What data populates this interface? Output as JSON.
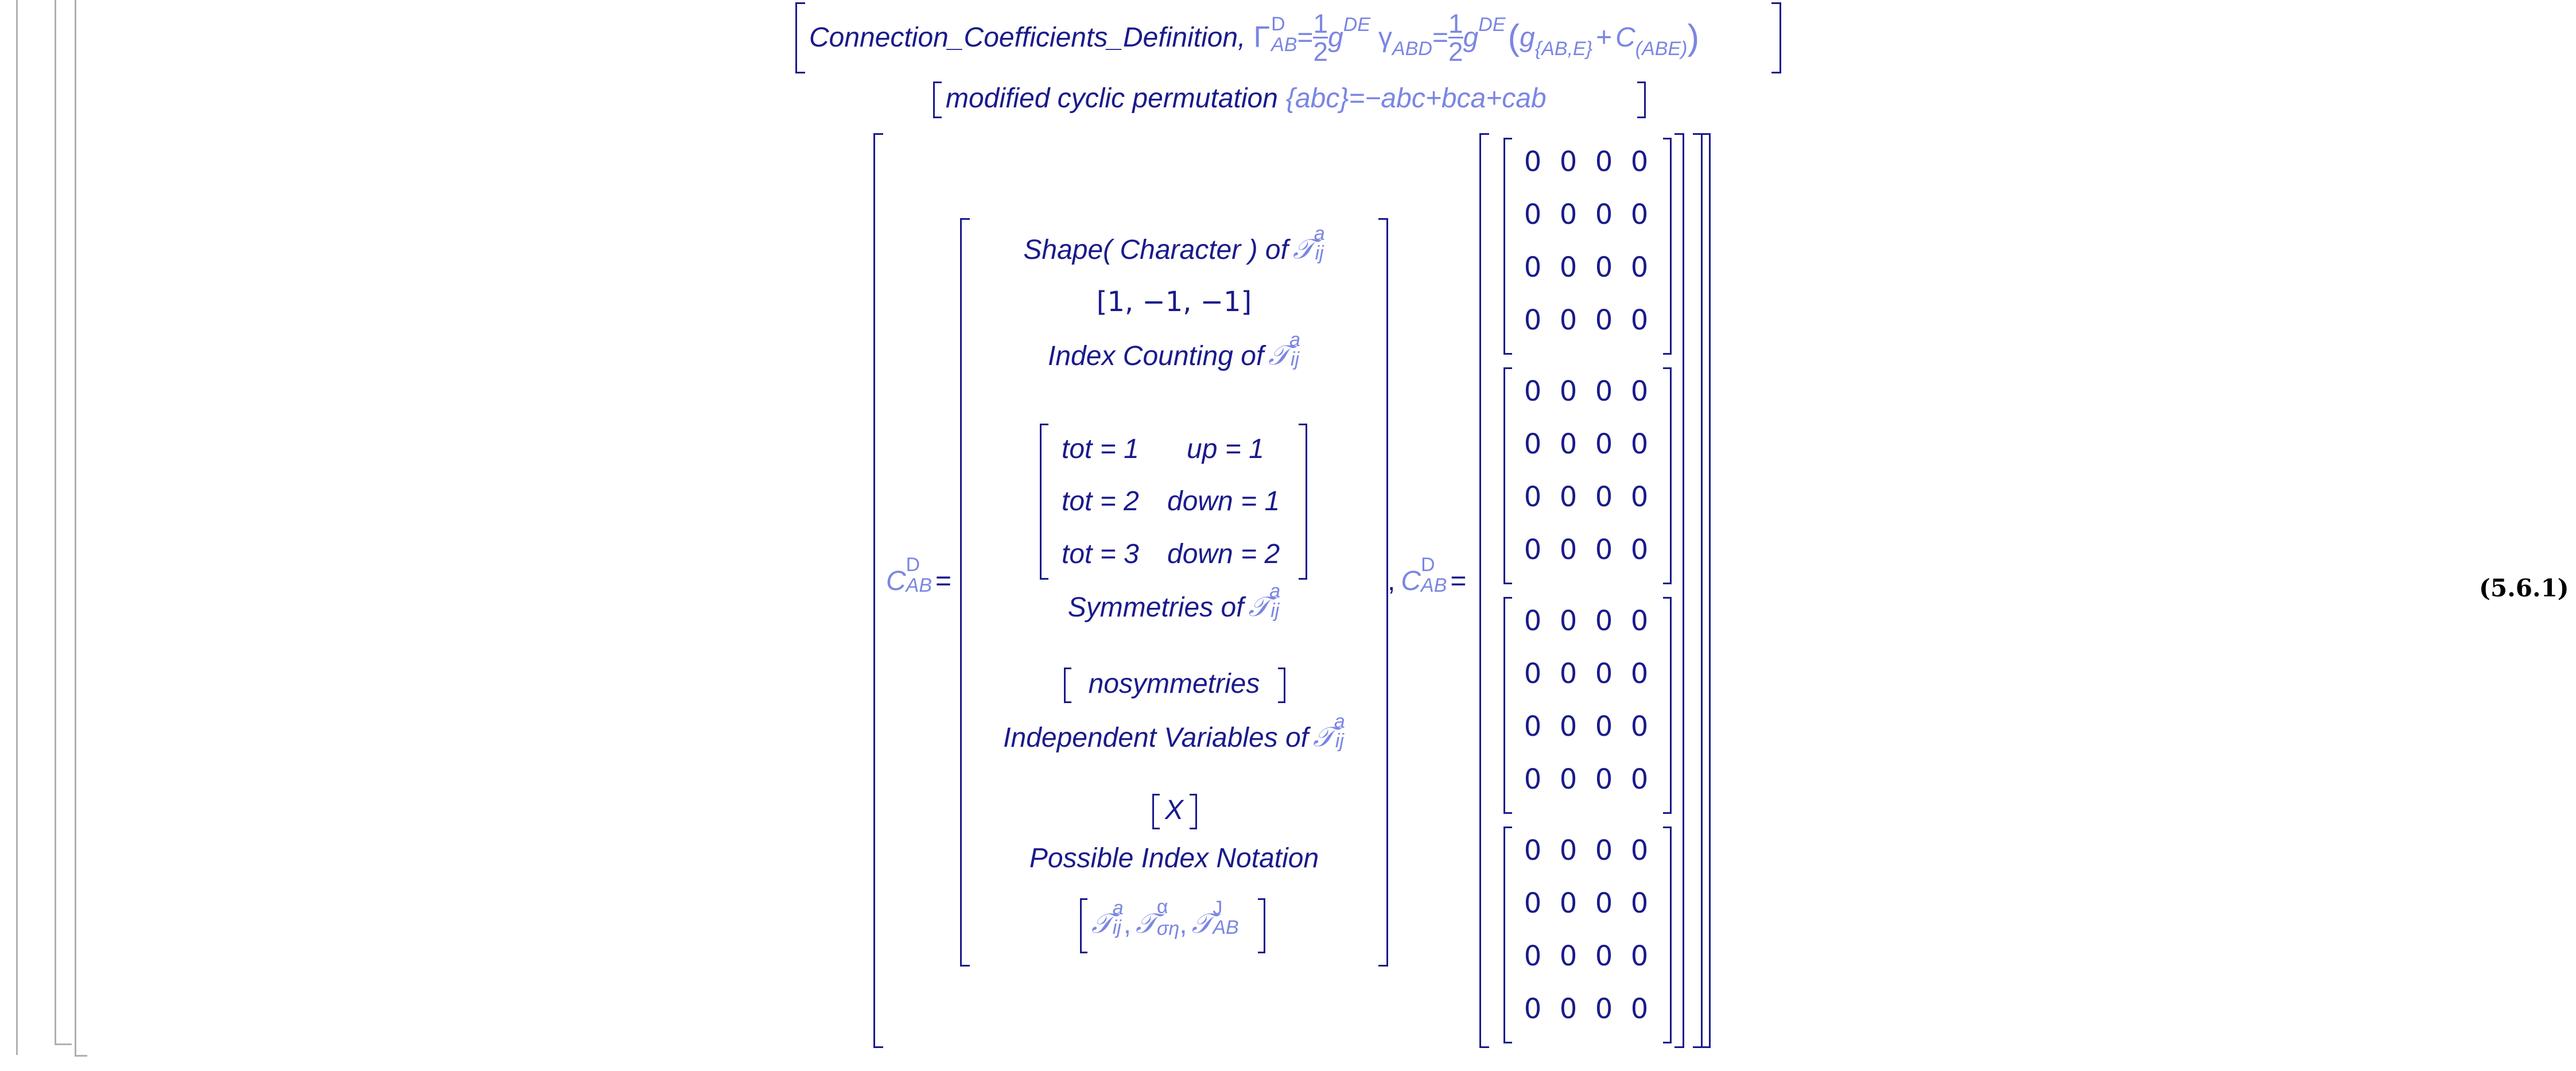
{
  "line1": {
    "name": "Connection_Coefficients_Definition,",
    "gamma": "Γ",
    "sup_D": "D",
    "sub_AB": "AB",
    "eq": "=",
    "one": "1",
    "two": "2",
    "g": "g",
    "sup_DE": "DE",
    "gamma_small": "γ",
    "sub_ABD": "ABD",
    "g_sub": "{AB,E}",
    "plus": "+",
    "C": "C",
    "C_sub": "(ABE)",
    "lparen": "(",
    "rparen": ")"
  },
  "line2": {
    "label": "modified cyclic permutation",
    "set": "{abc}",
    "rhs": "=−abc+bca+cab"
  },
  "left_lhs": {
    "C": "C",
    "sup": "D",
    "sub": "AB",
    "eq": "="
  },
  "comma": ",",
  "right_lhs": {
    "C": "C",
    "sup": "D",
    "sub": "AB",
    "eq": "="
  },
  "info": {
    "shape_label": "Shape( Character )  of",
    "shape_value": "[1, −1, −1]",
    "index_label": "Index Counting of",
    "index_rows": [
      {
        "left": "tot = 1",
        "right": "up = 1"
      },
      {
        "left": "tot = 2",
        "right": "down = 1"
      },
      {
        "left": "tot = 3",
        "right": "down = 2"
      }
    ],
    "sym_label": "Symmetries of",
    "sym_value": "nosymmetries",
    "indep_label": "Independent Variables of",
    "indep_value": "X",
    "notation_label": "Possible Index Notation",
    "tensor": "𝒯",
    "sup_a": "a",
    "sub_ij": "ij",
    "sup_alpha": "α",
    "sub_sigma_eta": "ση",
    "sup_J": "J",
    "sub_AB": "AB"
  },
  "zero_blocks": [
    [
      [
        "0",
        "0",
        "0",
        "0"
      ],
      [
        "0",
        "0",
        "0",
        "0"
      ],
      [
        "0",
        "0",
        "0",
        "0"
      ],
      [
        "0",
        "0",
        "0",
        "0"
      ]
    ],
    [
      [
        "0",
        "0",
        "0",
        "0"
      ],
      [
        "0",
        "0",
        "0",
        "0"
      ],
      [
        "0",
        "0",
        "0",
        "0"
      ],
      [
        "0",
        "0",
        "0",
        "0"
      ]
    ],
    [
      [
        "0",
        "0",
        "0",
        "0"
      ],
      [
        "0",
        "0",
        "0",
        "0"
      ],
      [
        "0",
        "0",
        "0",
        "0"
      ],
      [
        "0",
        "0",
        "0",
        "0"
      ]
    ],
    [
      [
        "0",
        "0",
        "0",
        "0"
      ],
      [
        "0",
        "0",
        "0",
        "0"
      ],
      [
        "0",
        "0",
        "0",
        "0"
      ],
      [
        "0",
        "0",
        "0",
        "0"
      ]
    ]
  ],
  "equation_label": "(5.6.1)"
}
